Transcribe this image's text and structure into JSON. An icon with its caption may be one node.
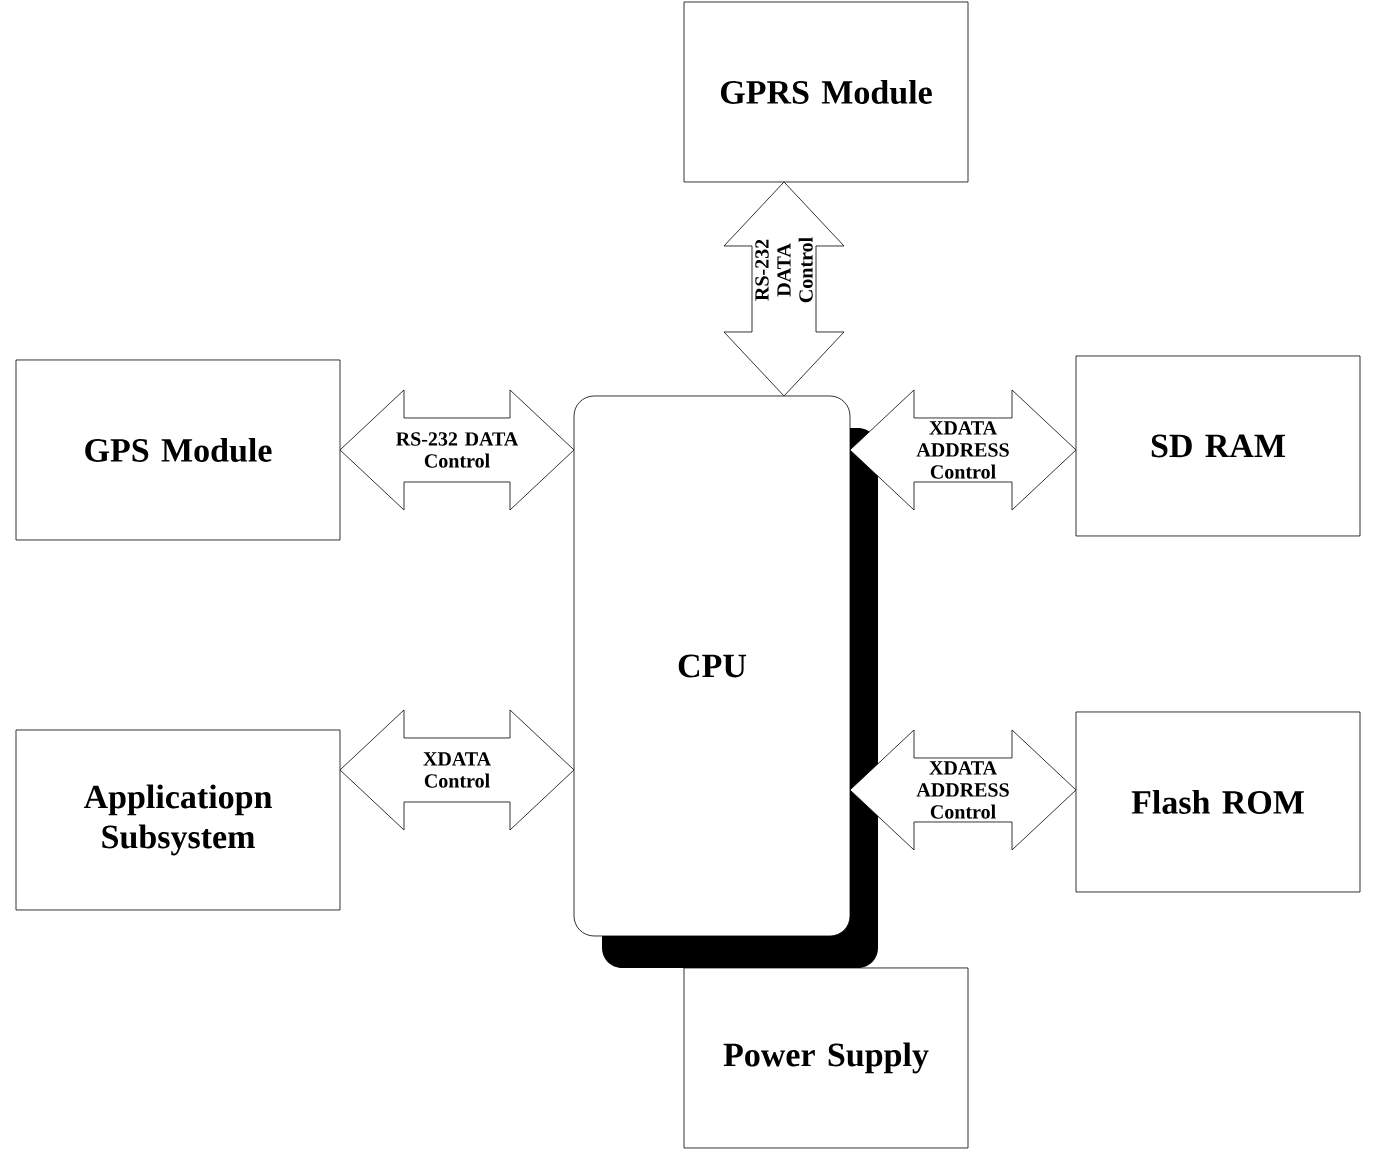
{
  "diagram": {
    "nodes": [
      {
        "text": [
          "GPRS Module"
        ]
      },
      {
        "text": [
          "GPS Module"
        ]
      },
      {
        "text": [
          "CPU"
        ]
      },
      {
        "text": [
          "SD RAM"
        ]
      },
      {
        "text": [
          "Applicatiopn Subsystem"
        ]
      },
      {
        "text": [
          "Flash ROM"
        ]
      },
      {
        "text": [
          "Power Supply"
        ]
      }
    ],
    "edges": [
      {
        "from": 0,
        "to": 2,
        "arrow": "both",
        "label": "RS-232 DATA Control"
      },
      {
        "from": 1,
        "to": 2,
        "arrow": "both",
        "label": "RS-232 DATA Control"
      },
      {
        "from": 2,
        "to": 3,
        "arrow": "both",
        "label": "XDATA ADDRESS Control"
      },
      {
        "from": 4,
        "to": 2,
        "arrow": "both",
        "label": "XDATA Control"
      },
      {
        "from": 2,
        "to": 5,
        "arrow": "both",
        "label": "XDATA ADDRESS Control"
      }
    ]
  }
}
